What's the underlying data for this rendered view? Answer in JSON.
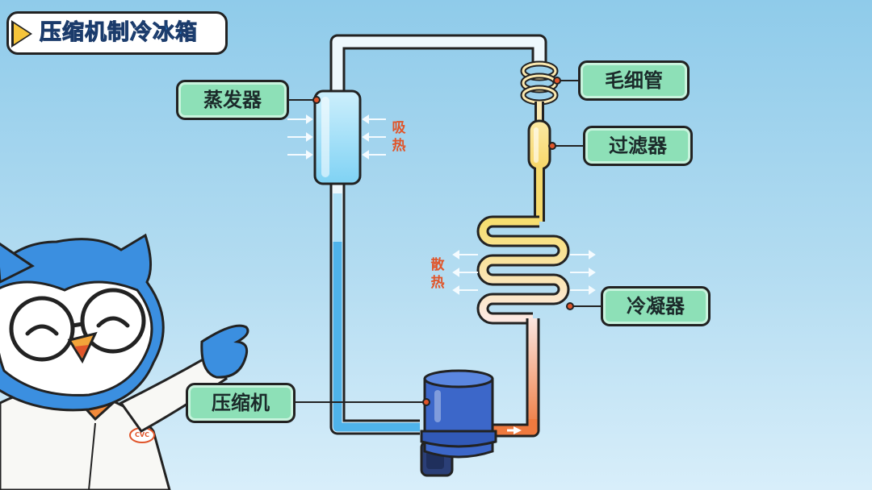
{
  "title": "压缩机制冷冰箱",
  "components": {
    "evaporator": "蒸发器",
    "capillary": "毛细管",
    "filter": "过滤器",
    "condenser": "冷凝器",
    "compressor": "压缩机"
  },
  "annotations": {
    "absorb_heat": [
      "吸",
      "热"
    ],
    "dissipate_heat": [
      "散",
      "热"
    ]
  },
  "mascot": {
    "badge_text": "CVC"
  },
  "colors": {
    "cold_pipe": "#4fb3ea",
    "hot_pipe": "#ef7a3f",
    "warm_pipe": "#f9d56a",
    "label_fill": "#8de0b7",
    "compressor": "#3c67c9",
    "owl_blue": "#3b8fe0"
  }
}
